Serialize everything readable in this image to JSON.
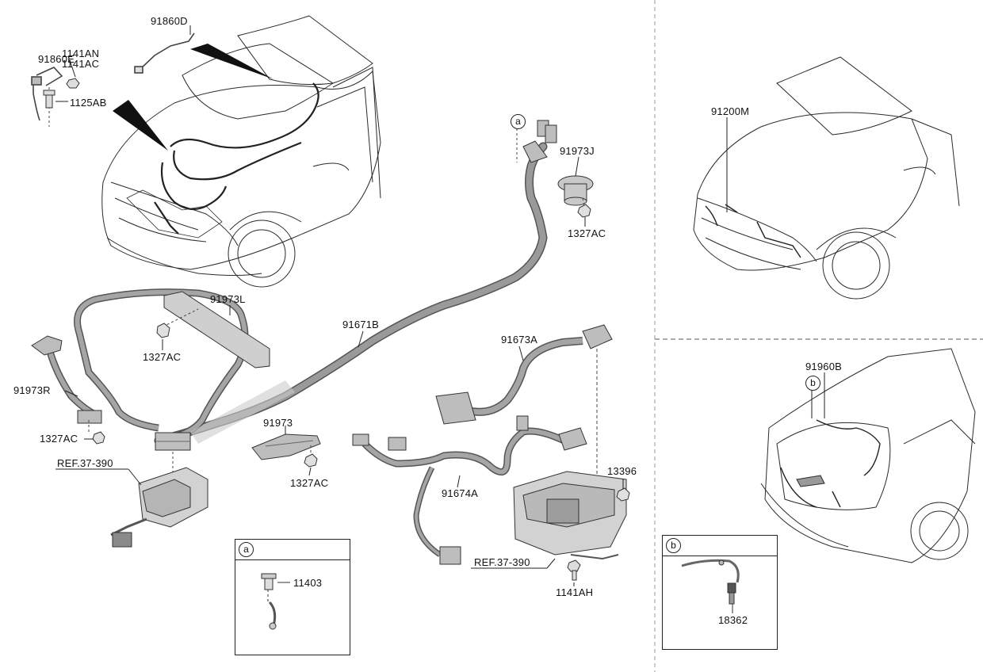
{
  "colors": {
    "line": "#2a2a2a",
    "harness": "#8a8a8a",
    "harness_dark": "#555555",
    "divider": "#999999"
  },
  "labels": {
    "p91860D": "91860D",
    "p91860E": "91860E",
    "p1141AN": "1141AN",
    "p1141AC": "1141AC",
    "p1125AB": "1125AB",
    "p91973L": "91973L",
    "p1327AC_a": "1327AC",
    "p91973R": "91973R",
    "p1327AC_b": "1327AC",
    "ref_left": "REF.37-390",
    "p91973": "91973",
    "p1327AC_c": "1327AC",
    "p91671B": "91671B",
    "p91973J": "91973J",
    "p1327AC_d": "1327AC",
    "p91673A": "91673A",
    "p91674A": "91674A",
    "p13396": "13396",
    "ref_right": "REF.37-390",
    "p1141AH": "1141AH",
    "p11403": "11403",
    "p91200M": "91200M",
    "p91960B": "91960B",
    "p18362": "18362"
  },
  "callouts": {
    "a_top": "a",
    "inset_a": "a",
    "b_car": "b",
    "inset_b": "b"
  }
}
